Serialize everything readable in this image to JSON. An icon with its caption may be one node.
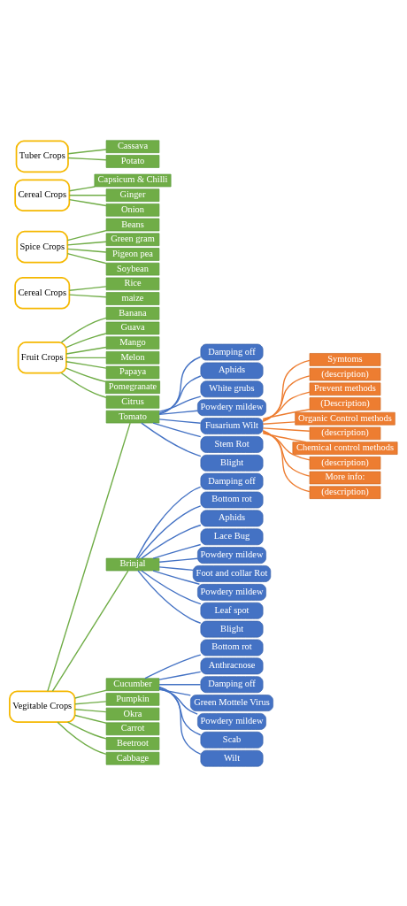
{
  "diagram": {
    "nodes": [
      {
        "text": [
          "Vegitable Crops"
        ]
      },
      {
        "text": [
          "Tomato"
        ]
      },
      {
        "text": [
          "Damping off"
        ]
      },
      {
        "text": [
          "Aphids"
        ]
      },
      {
        "text": [
          "White grubs"
        ]
      },
      {
        "text": [
          "Powdery mildew"
        ]
      },
      {
        "text": [
          "Fusarium Wilt"
        ]
      },
      {
        "text": [
          "Stem Rot"
        ]
      },
      {
        "text": [
          "Blight"
        ]
      },
      {
        "text": [
          "Symtoms"
        ]
      },
      {
        "text": [
          "(description)"
        ]
      },
      {
        "text": [
          "Prevent methods"
        ]
      },
      {
        "text": [
          "(Description)"
        ]
      },
      {
        "text": [
          "Organic Control methods"
        ]
      },
      {
        "text": [
          "(description)"
        ]
      },
      {
        "text": [
          "Chemical control methods"
        ]
      },
      {
        "text": [
          "(description)"
        ]
      },
      {
        "text": [
          "More info:"
        ]
      },
      {
        "text": [
          "(description)"
        ]
      },
      {
        "text": [
          "Brinjal"
        ]
      },
      {
        "text": [
          "Damping off"
        ]
      },
      {
        "text": [
          "Bottom rot"
        ]
      },
      {
        "text": [
          "Aphids"
        ]
      },
      {
        "text": [
          "Lace Bug"
        ]
      },
      {
        "text": [
          "Powdery mildew"
        ]
      },
      {
        "text": [
          "Foot and collar Rot"
        ]
      },
      {
        "text": [
          "Powdery mildew"
        ]
      },
      {
        "text": [
          "Leaf spot"
        ]
      },
      {
        "text": [
          "Blight"
        ]
      },
      {
        "text": [
          "Cucumber"
        ]
      },
      {
        "text": [
          "Bottom rot"
        ]
      },
      {
        "text": [
          "Anthracnose"
        ]
      },
      {
        "text": [
          "Damping off"
        ]
      },
      {
        "text": [
          "Green Mottele Virus"
        ]
      },
      {
        "text": [
          "Powdery mildew"
        ]
      },
      {
        "text": [
          "Scab"
        ]
      },
      {
        "text": [
          "Wilt"
        ]
      },
      {
        "text": [
          "Pumpkin"
        ]
      },
      {
        "text": [
          "Okra"
        ]
      },
      {
        "text": [
          "Carrot"
        ]
      },
      {
        "text": [
          "Beetroot"
        ]
      },
      {
        "text": [
          "Cabbage"
        ]
      },
      {
        "text": [
          "Fruit Crops"
        ]
      },
      {
        "text": [
          "Banana"
        ]
      },
      {
        "text": [
          "Guava"
        ]
      },
      {
        "text": [
          "Mango"
        ]
      },
      {
        "text": [
          "Melon"
        ]
      },
      {
        "text": [
          "Papaya"
        ]
      },
      {
        "text": [
          "Pomegranate"
        ]
      },
      {
        "text": [
          "Citrus"
        ]
      },
      {
        "text": [
          "Cereal Crops"
        ]
      },
      {
        "text": [
          "Rice"
        ]
      },
      {
        "text": [
          "maize"
        ]
      },
      {
        "text": [
          "Spice Crops"
        ]
      },
      {
        "text": [
          "Beans"
        ]
      },
      {
        "text": [
          "Green gram"
        ]
      },
      {
        "text": [
          "Pigeon pea"
        ]
      },
      {
        "text": [
          "Soybean"
        ]
      },
      {
        "text": [
          "Cereal Crops"
        ]
      },
      {
        "text": [
          "Capsicum & Chilli"
        ]
      },
      {
        "text": [
          "Ginger"
        ]
      },
      {
        "text": [
          "Onion"
        ]
      },
      {
        "text": [
          "Tuber Crops"
        ]
      },
      {
        "text": [
          "Cassava"
        ]
      },
      {
        "text": [
          "Potato"
        ]
      }
    ],
    "edges": [
      {
        "from": 0,
        "to": 1,
        "arrow": "none"
      },
      {
        "from": 1,
        "to": 2,
        "arrow": "none",
        "color": "#4472c4"
      },
      {
        "from": 1,
        "to": 3,
        "arrow": "none",
        "color": "#4472c4"
      },
      {
        "from": 1,
        "to": 4,
        "arrow": "none",
        "color": "#4472c4"
      },
      {
        "from": 1,
        "to": 5,
        "arrow": "none",
        "color": "#4472c4"
      },
      {
        "from": 1,
        "to": 6,
        "arrow": "none",
        "color": "#4472c4"
      },
      {
        "from": 1,
        "to": 7,
        "arrow": "none",
        "color": "#4472c4"
      },
      {
        "from": 1,
        "to": 8,
        "arrow": "none",
        "color": "#4472c4"
      },
      {
        "from": 6,
        "to": 9,
        "arrow": "none",
        "color": "#ed7d31"
      },
      {
        "from": 6,
        "to": 10,
        "arrow": "none",
        "color": "#ed7d31"
      },
      {
        "from": 6,
        "to": 11,
        "arrow": "none",
        "color": "#ed7d31"
      },
      {
        "from": 6,
        "to": 12,
        "arrow": "none",
        "color": "#ed7d31"
      },
      {
        "from": 6,
        "to": 13,
        "arrow": "none",
        "color": "#ed7d31"
      },
      {
        "from": 6,
        "to": 14,
        "arrow": "none",
        "color": "#ed7d31"
      },
      {
        "from": 6,
        "to": 15,
        "arrow": "none",
        "color": "#ed7d31"
      },
      {
        "from": 6,
        "to": 16,
        "arrow": "none",
        "color": "#ed7d31"
      },
      {
        "from": 6,
        "to": 17,
        "arrow": "none",
        "color": "#ed7d31"
      },
      {
        "from": 6,
        "to": 18,
        "arrow": "none",
        "color": "#ed7d31"
      },
      {
        "from": 0,
        "to": 19,
        "arrow": "none"
      },
      {
        "from": 19,
        "to": 20,
        "arrow": "none",
        "color": "#4472c4"
      },
      {
        "from": 19,
        "to": 21,
        "arrow": "none",
        "color": "#4472c4"
      },
      {
        "from": 19,
        "to": 22,
        "arrow": "none",
        "color": "#4472c4"
      },
      {
        "from": 19,
        "to": 23,
        "arrow": "none",
        "color": "#4472c4"
      },
      {
        "from": 19,
        "to": 24,
        "arrow": "none",
        "color": "#4472c4"
      },
      {
        "from": 19,
        "to": 25,
        "arrow": "none",
        "color": "#4472c4"
      },
      {
        "from": 19,
        "to": 26,
        "arrow": "none",
        "color": "#4472c4"
      },
      {
        "from": 19,
        "to": 27,
        "arrow": "none",
        "color": "#4472c4"
      },
      {
        "from": 19,
        "to": 28,
        "arrow": "none",
        "color": "#4472c4"
      },
      {
        "from": 0,
        "to": 29,
        "arrow": "none"
      },
      {
        "from": 29,
        "to": 30,
        "arrow": "none",
        "color": "#4472c4"
      },
      {
        "from": 29,
        "to": 31,
        "arrow": "none",
        "color": "#4472c4"
      },
      {
        "from": 29,
        "to": 32,
        "arrow": "none",
        "color": "#4472c4"
      },
      {
        "from": 29,
        "to": 33,
        "arrow": "none",
        "color": "#4472c4"
      },
      {
        "from": 29,
        "to": 34,
        "arrow": "none",
        "color": "#4472c4"
      },
      {
        "from": 29,
        "to": 35,
        "arrow": "none",
        "color": "#4472c4"
      },
      {
        "from": 29,
        "to": 36,
        "arrow": "none",
        "color": "#4472c4"
      },
      {
        "from": 0,
        "to": 37,
        "arrow": "none"
      },
      {
        "from": 0,
        "to": 38,
        "arrow": "none"
      },
      {
        "from": 0,
        "to": 39,
        "arrow": "none"
      },
      {
        "from": 0,
        "to": 40,
        "arrow": "none"
      },
      {
        "from": 0,
        "to": 41,
        "arrow": "none"
      },
      {
        "from": 42,
        "to": 43,
        "arrow": "none"
      },
      {
        "from": 42,
        "to": 44,
        "arrow": "none"
      },
      {
        "from": 42,
        "to": 45,
        "arrow": "none"
      },
      {
        "from": 42,
        "to": 46,
        "arrow": "none"
      },
      {
        "from": 42,
        "to": 47,
        "arrow": "none"
      },
      {
        "from": 42,
        "to": 48,
        "arrow": "none"
      },
      {
        "from": 42,
        "to": 49,
        "arrow": "none"
      },
      {
        "from": 50,
        "to": 51,
        "arrow": "none"
      },
      {
        "from": 50,
        "to": 52,
        "arrow": "none"
      },
      {
        "from": 53,
        "to": 54,
        "arrow": "none"
      },
      {
        "from": 53,
        "to": 55,
        "arrow": "none"
      },
      {
        "from": 53,
        "to": 56,
        "arrow": "none"
      },
      {
        "from": 53,
        "to": 57,
        "arrow": "none"
      },
      {
        "from": 58,
        "to": 59,
        "arrow": "none"
      },
      {
        "from": 58,
        "to": 60,
        "arrow": "none"
      },
      {
        "from": 58,
        "to": 61,
        "arrow": "none"
      },
      {
        "from": 62,
        "to": 63,
        "arrow": "none"
      },
      {
        "from": 62,
        "to": 64,
        "arrow": "none"
      }
    ]
  }
}
